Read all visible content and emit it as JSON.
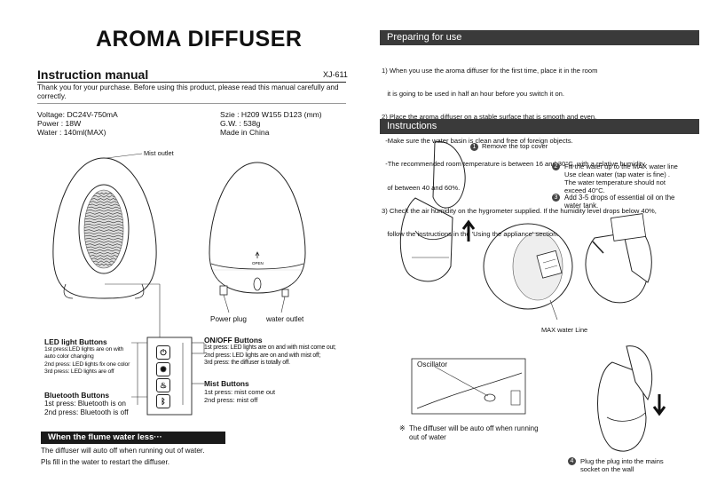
{
  "left": {
    "title": "AROMA DIFFUSER",
    "manual_title": "Instruction manual",
    "model": "XJ-611",
    "intro": "Thank you for your purchase. Before using this product, please read this manual carefully and correctly.",
    "specs_left": [
      "Voltage: DC24V-750mA",
      "Power  : 18W",
      "Water  : 140ml(MAX)"
    ],
    "specs_right": [
      "Szie  : H209  W155  D123 (mm)",
      "G.W. : 538g",
      "Made in China"
    ],
    "mist_outlet": "Mist outlet",
    "open_label": "OPEN",
    "power_plug": "Power plug",
    "water_outlet": "water outlet",
    "led": {
      "title": "LED light Buttons",
      "lines": [
        "1st press:LED lights are on with",
        "auto color changing",
        "2nd press: LED lights fix one color",
        "3rd press: LED lights are off"
      ]
    },
    "bluetooth": {
      "title": "Bluetooth Buttons",
      "lines": [
        "1st press: Bluetooth is on",
        "2nd press: Bluetooth is off"
      ]
    },
    "onoff": {
      "title": "ON/OFF Buttons",
      "lines": [
        "1st press: LED lights are on and with mist come out;",
        "2nd press: LED lights are on and with mist off;",
        "3rd press: the diffuser is totally off."
      ]
    },
    "mist": {
      "title": "Mist Buttons",
      "lines": [
        "1st press: mist come out",
        "2nd press: mist off"
      ]
    },
    "flume_bar": "When the flume water less···",
    "flume_lines": [
      "The diffuser will auto off when running out of water.",
      "Pls fill in the water to restart the diffuser."
    ]
  },
  "right": {
    "prep_bar": "Preparing for use",
    "prep_lines": [
      "1) When you use the aroma diffuser for the first time, place it in the room",
      "   it is going to be used in half an hour before you switch it on.",
      "2) Place the aroma diffuser on a stable surface that is smooth and even.",
      "  -Make sure the water basin is clean and free of foreign objects.",
      "  -The recommended room temperature is between 16 and 30°C, with a relative humidity",
      "   of between 40 and 60%.",
      "3) Check the air humidity on the hygrometer supplied. If the humidity level drops below 40%,",
      "   follow the instructions in the 'Using the appliance' section."
    ],
    "instr_bar": "Instructions",
    "step1_num": "1",
    "step1": "Remove the top cover",
    "step2_num": "2",
    "step2_lines": [
      "Fill the water up to the MAX water line",
      "Use clean water (tap water is fine) .",
      "The water temperature should not",
      "exceed 40°C."
    ],
    "step3_num": "3",
    "step3_lines": [
      "Add 3-5 drops of essential oil on the",
      "water tank."
    ],
    "max_line": "MAX water Line",
    "oscillator": "Oscillator",
    "note_mark": "※",
    "note_lines": [
      "The diffuser will be auto off when running",
      "out of water"
    ],
    "step4_num": "4",
    "step4_lines": [
      "Plug the plug into the mains",
      "socket on the wall"
    ]
  }
}
